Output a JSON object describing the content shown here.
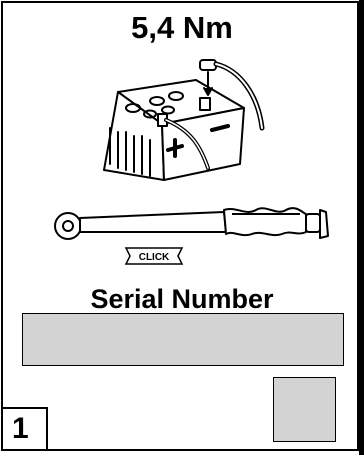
{
  "torque_label": "5,4 Nm",
  "click_label": "CLICK",
  "serial_title": "Serial Number",
  "page_number": "1",
  "colors": {
    "field_gray": "#d3d3d3",
    "line": "#000000"
  },
  "icons": [
    "battery-icon",
    "torque-wrench-icon"
  ]
}
